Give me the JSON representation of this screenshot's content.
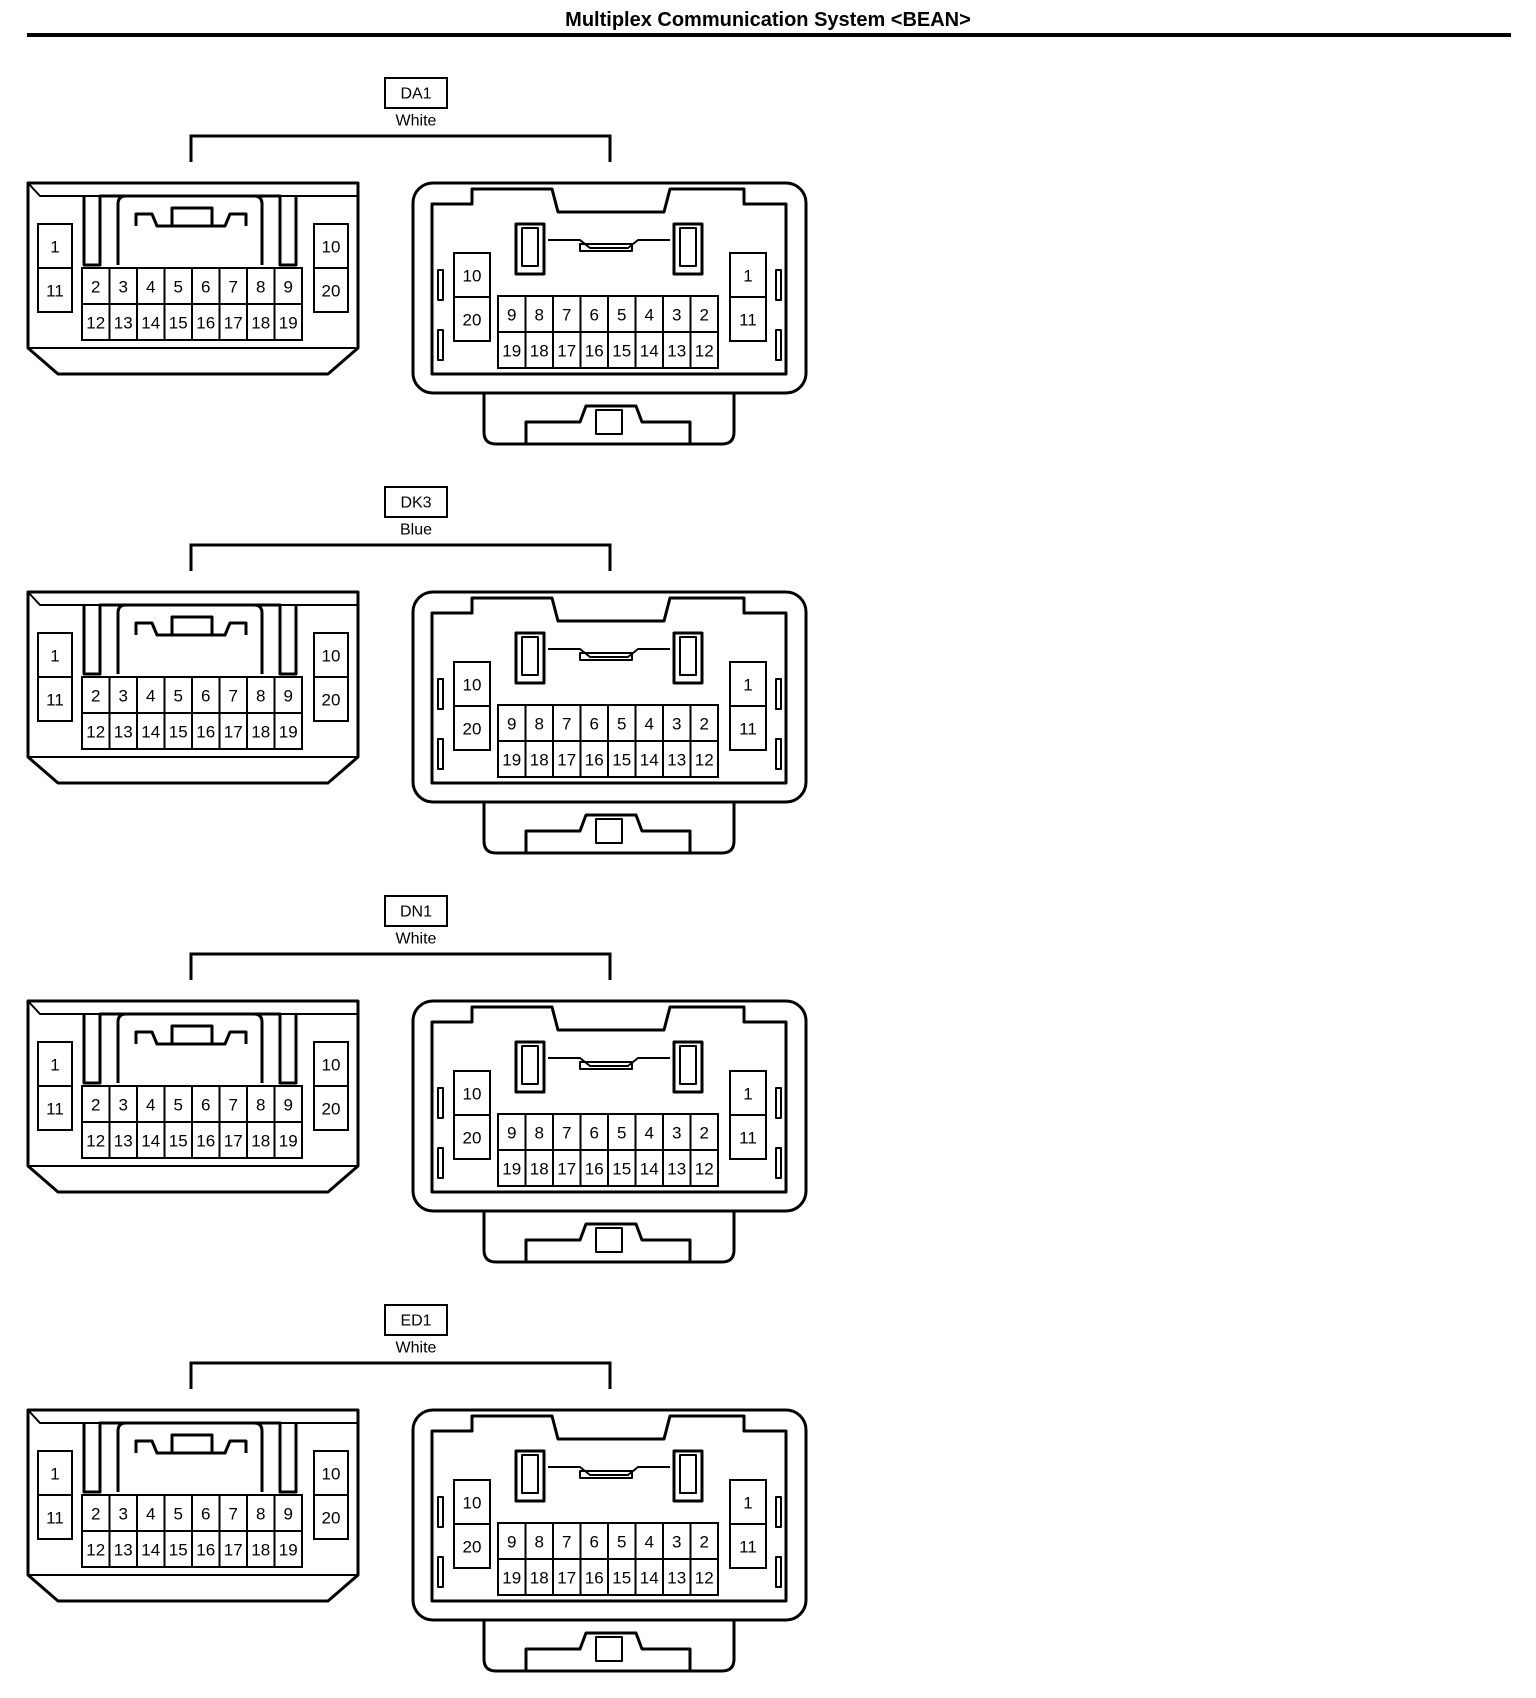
{
  "page": {
    "title": "Multiplex Communication System <BEAN>"
  },
  "style": {
    "ink": "#000000",
    "paper": "#ffffff"
  },
  "connectors": [
    {
      "id": "DA1",
      "color_label": "White",
      "male": {
        "left_column": [
          "1",
          "11"
        ],
        "top_row": [
          "2",
          "3",
          "4",
          "5",
          "6",
          "7",
          "8",
          "9"
        ],
        "bottom_row": [
          "12",
          "13",
          "14",
          "15",
          "16",
          "17",
          "18",
          "19"
        ],
        "right_column": [
          "10",
          "20"
        ]
      },
      "female": {
        "left_column": [
          "10",
          "20"
        ],
        "top_row": [
          "9",
          "8",
          "7",
          "6",
          "5",
          "4",
          "3",
          "2"
        ],
        "bottom_row": [
          "19",
          "18",
          "17",
          "16",
          "15",
          "14",
          "13",
          "12"
        ],
        "right_column": [
          "1",
          "11"
        ]
      }
    },
    {
      "id": "DK3",
      "color_label": "Blue",
      "male": {
        "left_column": [
          "1",
          "11"
        ],
        "top_row": [
          "2",
          "3",
          "4",
          "5",
          "6",
          "7",
          "8",
          "9"
        ],
        "bottom_row": [
          "12",
          "13",
          "14",
          "15",
          "16",
          "17",
          "18",
          "19"
        ],
        "right_column": [
          "10",
          "20"
        ]
      },
      "female": {
        "left_column": [
          "10",
          "20"
        ],
        "top_row": [
          "9",
          "8",
          "7",
          "6",
          "5",
          "4",
          "3",
          "2"
        ],
        "bottom_row": [
          "19",
          "18",
          "17",
          "16",
          "15",
          "14",
          "13",
          "12"
        ],
        "right_column": [
          "1",
          "11"
        ]
      }
    },
    {
      "id": "DN1",
      "color_label": "White",
      "male": {
        "left_column": [
          "1",
          "11"
        ],
        "top_row": [
          "2",
          "3",
          "4",
          "5",
          "6",
          "7",
          "8",
          "9"
        ],
        "bottom_row": [
          "12",
          "13",
          "14",
          "15",
          "16",
          "17",
          "18",
          "19"
        ],
        "right_column": [
          "10",
          "20"
        ]
      },
      "female": {
        "left_column": [
          "10",
          "20"
        ],
        "top_row": [
          "9",
          "8",
          "7",
          "6",
          "5",
          "4",
          "3",
          "2"
        ],
        "bottom_row": [
          "19",
          "18",
          "17",
          "16",
          "15",
          "14",
          "13",
          "12"
        ],
        "right_column": [
          "1",
          "11"
        ]
      }
    },
    {
      "id": "ED1",
      "color_label": "White",
      "male": {
        "left_column": [
          "1",
          "11"
        ],
        "top_row": [
          "2",
          "3",
          "4",
          "5",
          "6",
          "7",
          "8",
          "9"
        ],
        "bottom_row": [
          "12",
          "13",
          "14",
          "15",
          "16",
          "17",
          "18",
          "19"
        ],
        "right_column": [
          "10",
          "20"
        ]
      },
      "female": {
        "left_column": [
          "10",
          "20"
        ],
        "top_row": [
          "9",
          "8",
          "7",
          "6",
          "5",
          "4",
          "3",
          "2"
        ],
        "bottom_row": [
          "19",
          "18",
          "17",
          "16",
          "15",
          "14",
          "13",
          "12"
        ],
        "right_column": [
          "1",
          "11"
        ]
      }
    }
  ]
}
